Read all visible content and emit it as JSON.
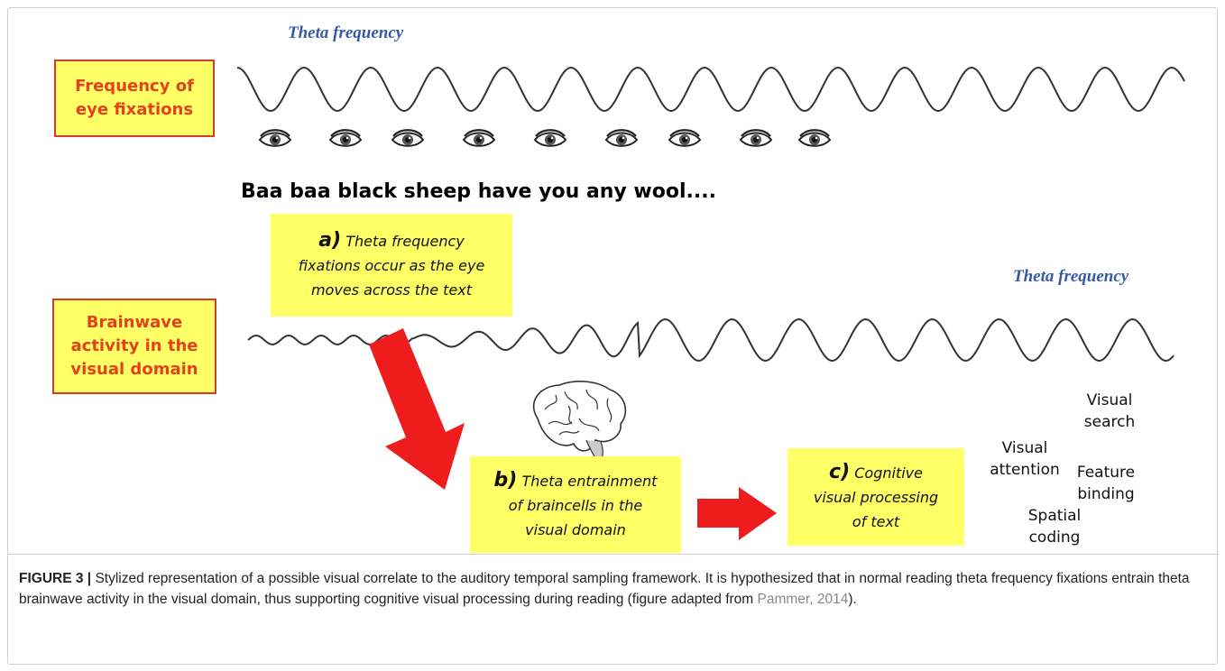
{
  "labels": {
    "theta_top": "Theta frequency",
    "theta_mid": "Theta frequency",
    "box_fixations": "Frequency of eye fixations",
    "box_brainwave": "Brainwave activity in the visual domain",
    "sentence": "Baa baa black sheep have you any wool...."
  },
  "notes": {
    "a_letter": "a)",
    "a_line1": "Theta frequency",
    "a_line2": "fixations occur as the eye",
    "a_line3": "moves across the text",
    "b_letter": "b)",
    "b_line1": "Theta entrainment",
    "b_line2": "of braincells in the",
    "b_line3": "visual domain",
    "c_letter": "c)",
    "c_line1": "Cognitive",
    "c_line2": "visual processing",
    "c_line3": "of text"
  },
  "processes": {
    "visual_search": "Visual search",
    "visual_attention": "Visual attention",
    "feature_binding": "Feature binding",
    "spatial_coding": "Spatial coding"
  },
  "icons": [
    "eye-icon",
    "brain-icon",
    "red-arrow-icon"
  ],
  "colors": {
    "box_fill": "#ffff66",
    "box_border": "#d63a2a",
    "box_text": "#e8401c",
    "theta_text": "#3559a8",
    "arrow": "#ee1c1c"
  },
  "caption": {
    "label": "FIGURE 3 |",
    "text": " Stylized representation of a possible visual correlate to the auditory temporal sampling framework. It is hypothesized that in normal reading theta frequency fixations entrain theta brainwave activity in the visual domain, thus supporting cognitive visual processing during reading (figure adapted from ",
    "ref": "Pammer, 2014",
    "end": ")."
  }
}
